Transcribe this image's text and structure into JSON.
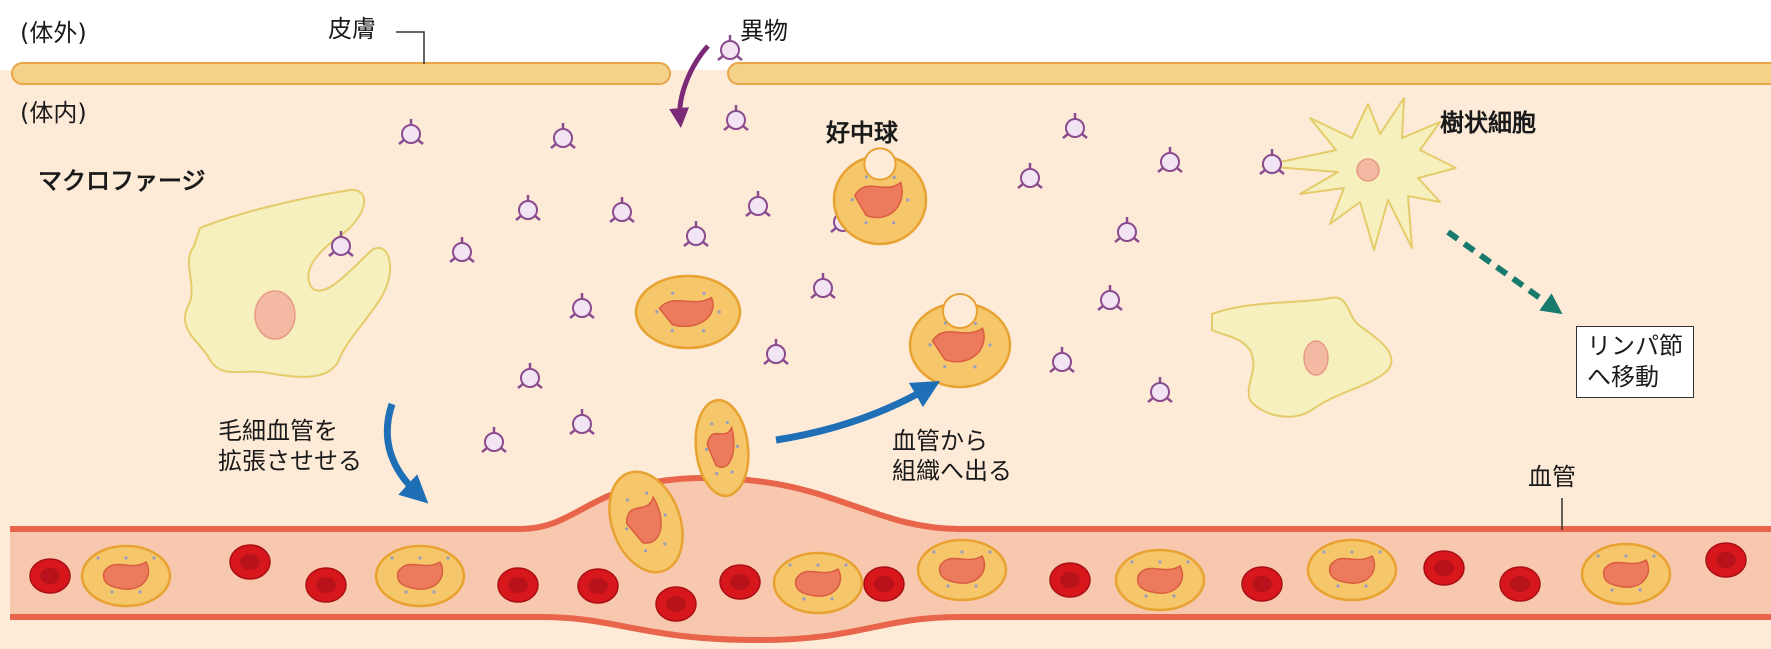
{
  "labels": {
    "outside_body": "(体外)",
    "inside_body": "(体内)",
    "skin": "皮膚",
    "foreign_matter": "異物",
    "neutrophil": "好中球",
    "dendritic_cell": "樹状細胞",
    "macrophage": "マクロファージ",
    "lymph_node_line1": "リンパ節",
    "lymph_node_line2": "へ移動",
    "dilate_line1": "毛細血管を",
    "dilate_line2": "拡張させせる",
    "exit_line1": "血管から",
    "exit_line2": "組織へ出る",
    "blood_vessel": "血管"
  },
  "colors": {
    "tissue_bg": "#fdebd8",
    "skin_band": "#f5d28a",
    "skin_border": "#e9a54a",
    "vessel_fill": "#f8c8ae",
    "vessel_wall": "#e8644a",
    "red_cell": "#d8171c",
    "macrophage_fill": "#f6f0bf",
    "neutrophil_fill": "#f6c66a",
    "nucleus": "#ec7a5c",
    "foreign_matter": "#8a4c8f",
    "arrow_blue": "#1f6fb7",
    "arrow_teal": "#187a6c",
    "arrow_purple": "#7c2a78"
  }
}
